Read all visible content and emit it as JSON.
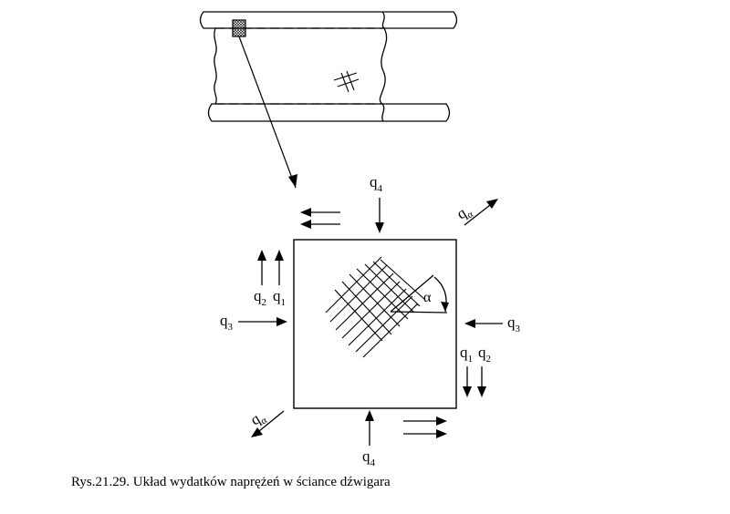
{
  "caption": "Rys.21.29. Układ wydatków naprężeń w ściance dźwigara",
  "labels": {
    "q_top": "q",
    "q_top_sub": "4",
    "q_bottom": "q",
    "q_bottom_sub": "4",
    "q_left_flow": "q",
    "q_left_flow_sub": "3",
    "q_right_flow": "q",
    "q_right_flow_sub": "3",
    "q2_left": "q",
    "q2_left_sub": "2",
    "q1_left": "q",
    "q1_left_sub": "1",
    "q1_right": "q",
    "q1_right_sub": "1",
    "q2_right": "q",
    "q2_right_sub": "2",
    "q_alpha_top": "q",
    "q_alpha_top_sub": "α",
    "q_alpha_bottom": "q",
    "q_alpha_bottom_sub": "α",
    "angle": "α"
  },
  "colors": {
    "ink": "#000000",
    "background": "#ffffff"
  }
}
